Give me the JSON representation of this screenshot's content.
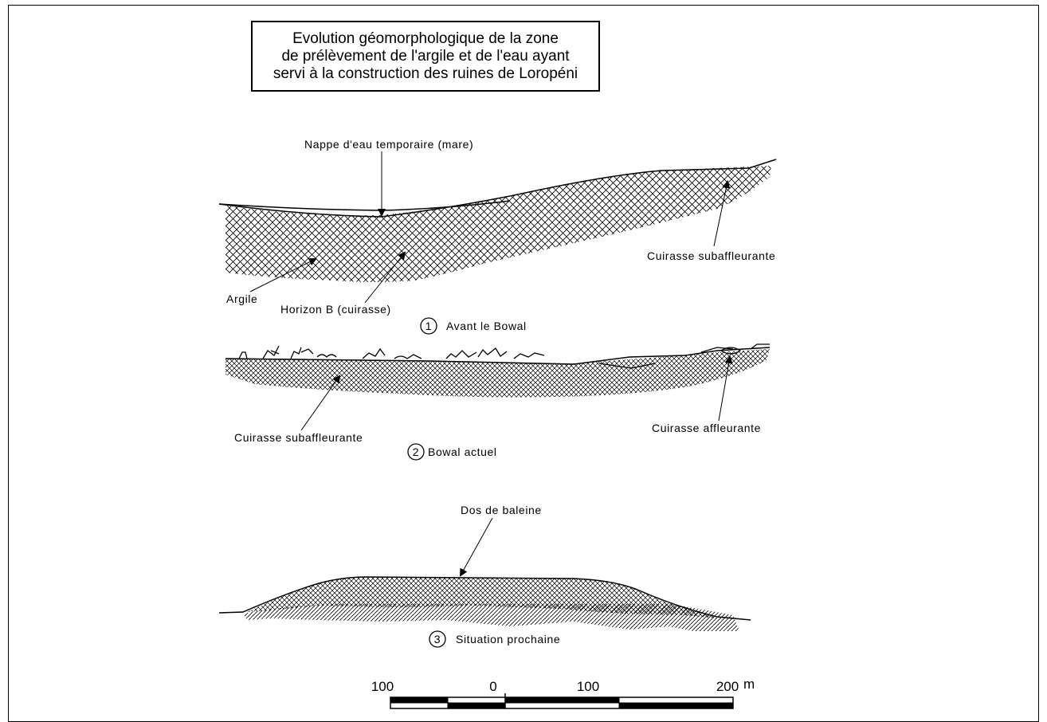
{
  "title": {
    "line1": "Evolution géomorphologique de la zone",
    "line2": "de prélèvement de l'argile et de l'eau ayant",
    "line3": "servi à la construction des ruines de Loropéni"
  },
  "panels": {
    "p1": {
      "number": "1",
      "caption": "Avant le Bowal",
      "labels": {
        "water": "Nappe d'eau temporaire (mare)",
        "cuirasse": "Cuirasse subaffleurante",
        "argile": "Argile",
        "horizon": "Horizon B (cuirasse)"
      }
    },
    "p2": {
      "number": "2",
      "caption": "Bowal actuel",
      "labels": {
        "sub": "Cuirasse subaffleurante",
        "aff": "Cuirasse affleurante"
      }
    },
    "p3": {
      "number": "3",
      "caption": "Situation prochaine",
      "labels": {
        "dos": "Dos de baleine"
      }
    }
  },
  "scale_bar": {
    "labels": [
      "100",
      "0",
      "100",
      "200"
    ],
    "unit": "m"
  }
}
